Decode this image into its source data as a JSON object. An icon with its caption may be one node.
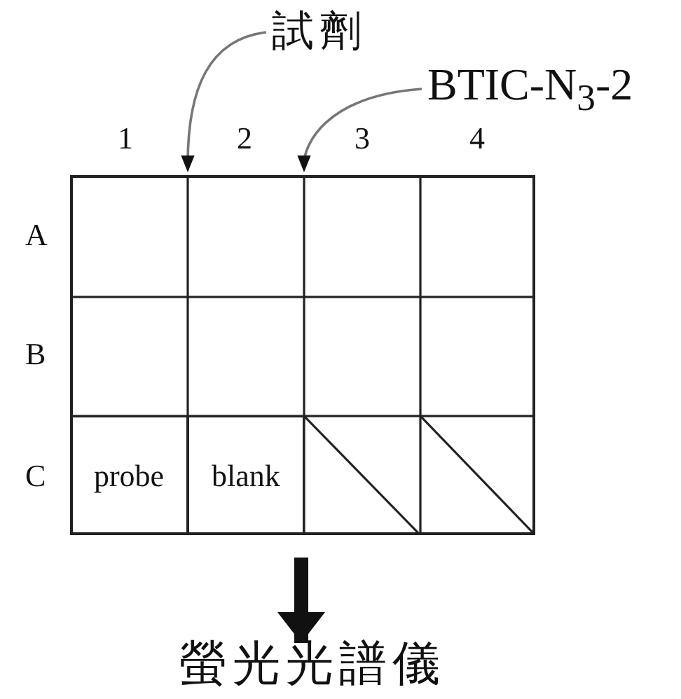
{
  "diagram": {
    "nodes": [
      {
        "text": [
          "試劑"
        ]
      },
      {
        "text": [
          "BTIC-N$_{3}$-2"
        ]
      },
      {
        "text": [],
        "shape": "box"
      },
      {
        "text": [],
        "shape": "box",
        "in": 2
      },
      {
        "text": [],
        "shape": "box",
        "in": 2
      },
      {
        "text": [],
        "shape": "box",
        "in": 2
      },
      {
        "text": [],
        "shape": "box",
        "in": 2
      },
      {
        "text": [],
        "shape": "box",
        "in": 2
      },
      {
        "text": [],
        "shape": "box",
        "in": 2
      },
      {
        "text": [],
        "shape": "box",
        "in": 2
      },
      {
        "text": [],
        "shape": "box",
        "in": 2
      },
      {
        "text": [
          "probe"
        ],
        "in": 2
      },
      {
        "text": [
          "blank"
        ],
        "in": 2
      },
      {
        "text": [],
        "shape": "slashed",
        "in": 2
      },
      {
        "text": [],
        "shape": "slashed",
        "in": 2
      },
      {
        "text": [
          "螢光光譜儀"
        ]
      }
    ],
    "edges": [
      {
        "from": 0,
        "to": 2,
        "arrow": "to"
      },
      {
        "from": 1,
        "to": 2,
        "arrow": "to"
      },
      {
        "from": 2,
        "to": 15,
        "arrow": "to",
        "style": "thick",
        "color": "#111111"
      }
    ],
    "labels": [
      "1",
      "2",
      "3",
      "4",
      "A",
      "B",
      "C"
    ]
  }
}
